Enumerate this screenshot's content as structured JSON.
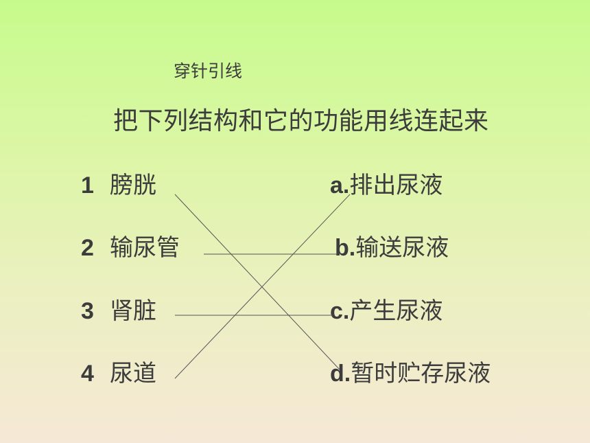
{
  "slide": {
    "subtitle": "穿针引线",
    "instruction": "把下列结构和它的功能用线连起来",
    "structures": [
      {
        "num": "1",
        "name": "膀胱"
      },
      {
        "num": "2",
        "name": "输尿管"
      },
      {
        "num": "3",
        "name": "肾脏"
      },
      {
        "num": "4",
        "name": "尿道"
      }
    ],
    "functions": [
      {
        "letter": "a.",
        "text": "排出尿液"
      },
      {
        "letter": "b.",
        "text": "输送尿液"
      },
      {
        "letter": "c.",
        "text": "产生尿液"
      },
      {
        "letter": "d.",
        "text": "暂时贮存尿液"
      }
    ],
    "matches": [
      {
        "from": "1",
        "to": "d"
      },
      {
        "from": "2",
        "to": "b"
      },
      {
        "from": "3",
        "to": "c"
      },
      {
        "from": "4",
        "to": "a"
      }
    ]
  }
}
